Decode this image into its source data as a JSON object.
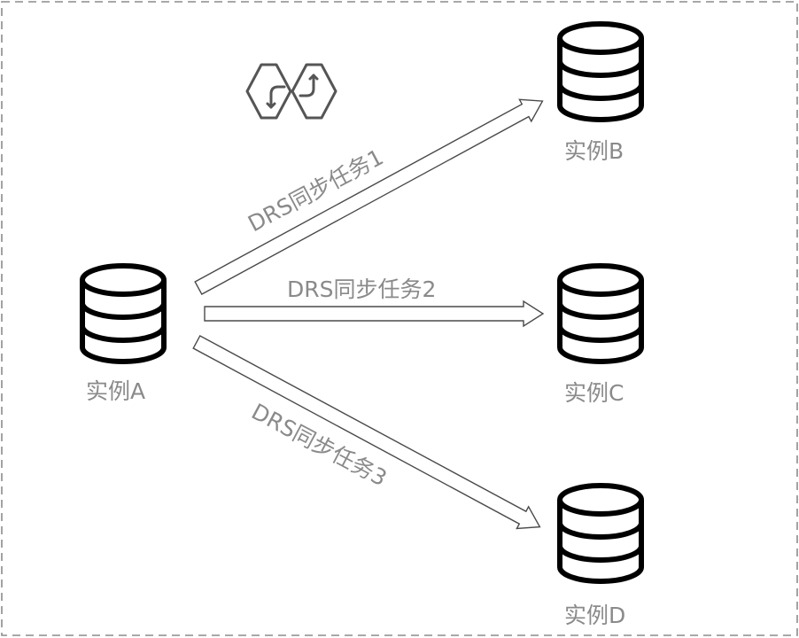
{
  "instances": {
    "a": "实例A",
    "b": "实例B",
    "c": "实例C",
    "d": "实例D"
  },
  "tasks": {
    "t1": "DRS同步任务1",
    "t2": "DRS同步任务2",
    "t3": "DRS同步任务3"
  },
  "icons": {
    "sync": "sync-icon",
    "database": "database-icon"
  },
  "colors": {
    "label": "#8a8a8a",
    "frame": "#8c8c8c",
    "icon": "#555555"
  }
}
